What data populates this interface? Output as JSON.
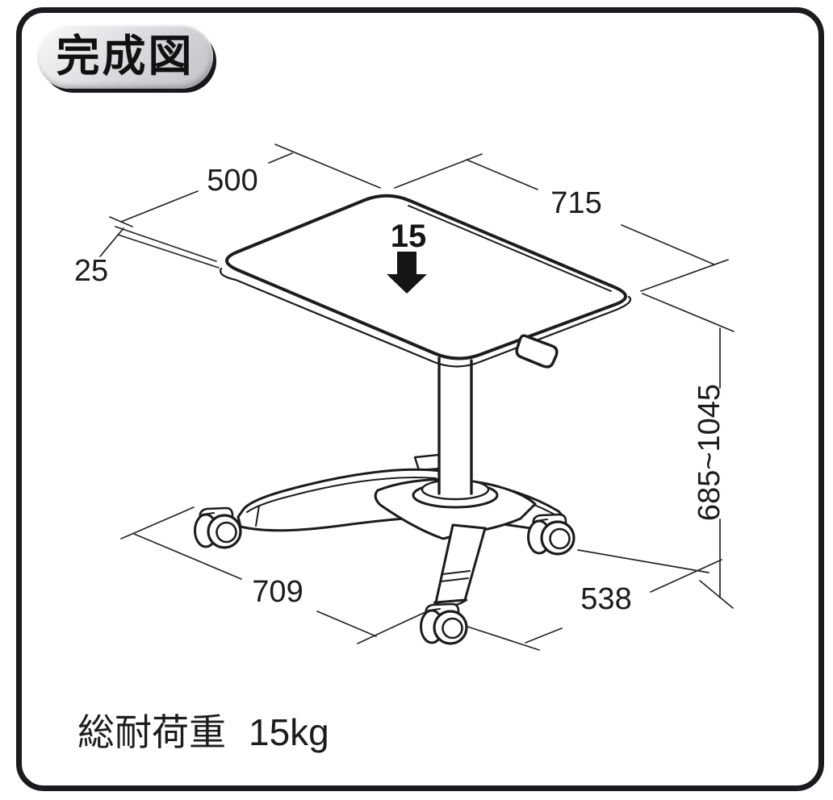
{
  "badge": {
    "label": "完成図"
  },
  "caption": {
    "label": "総耐荷重",
    "value": "15kg"
  },
  "diagram": {
    "subject": "height-adjustable mobile desk with casters, isometric outline drawing",
    "labels": {
      "depth": "500",
      "width": "715",
      "thickness": "25",
      "load": "15",
      "height_range": "685~1045",
      "base_left": "709",
      "base_right": "538"
    }
  },
  "colors": {
    "line": "#1c1c1c",
    "background": "#ffffff",
    "border": "#1b1b1f",
    "badge_fill": "#d9d9dd"
  }
}
